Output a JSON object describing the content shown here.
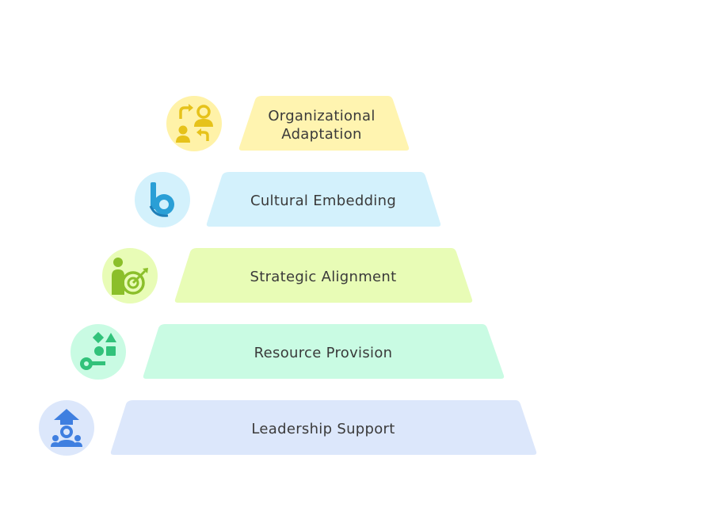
{
  "pyramid": {
    "levels": [
      {
        "lines": [
          "Organizational",
          "Adaptation"
        ],
        "icon": "change-people-icon",
        "color": "#fff4b0",
        "icon_bg": "#fff2a8",
        "icon_color": "#e6c21a"
      },
      {
        "lines": [
          "Cultural Embedding"
        ],
        "icon": "culture-b-icon",
        "color": "#d3f1fc",
        "icon_bg": "#d3f1fc",
        "icon_color": "#2a9fd6"
      },
      {
        "lines": [
          "Strategic Alignment"
        ],
        "icon": "target-person-icon",
        "color": "#e8fcb6",
        "icon_bg": "#e8fcb6",
        "icon_color": "#8bbf2a"
      },
      {
        "lines": [
          "Resource Provision"
        ],
        "icon": "resources-shapes-icon",
        "color": "#c9fbe3",
        "icon_bg": "#c9fbe3",
        "icon_color": "#31c27a"
      },
      {
        "lines": [
          "Leadership Support"
        ],
        "icon": "leader-support-icon",
        "color": "#dce7fb",
        "icon_bg": "#dce7fb",
        "icon_color": "#3f7fe0"
      }
    ]
  }
}
